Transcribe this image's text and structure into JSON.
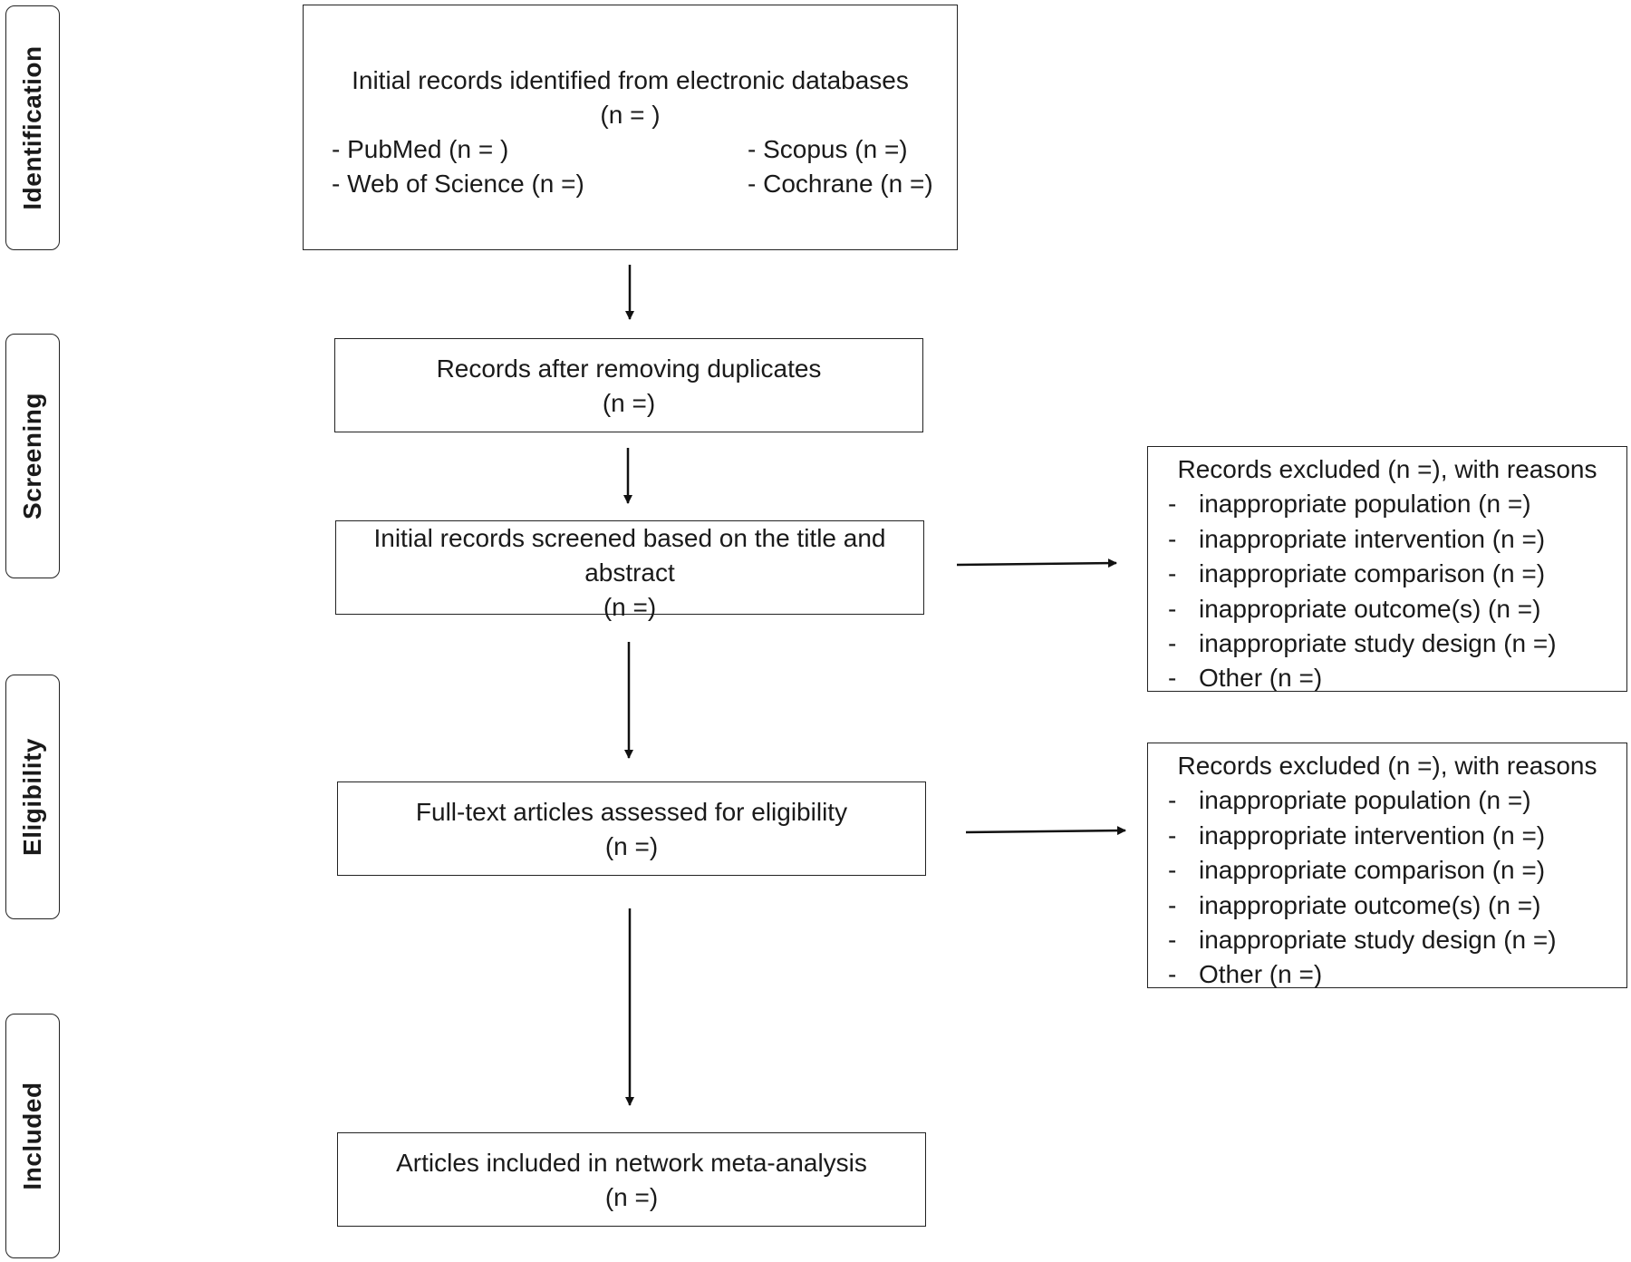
{
  "stages": {
    "identification": "Identification",
    "screening": "Screening",
    "eligibility": "Eligibility",
    "included": "Included"
  },
  "identification_box": {
    "title": "Initial records identified from electronic  databases",
    "count": "(n = )",
    "databases": {
      "pubmed": "- PubMed (n = )",
      "scopus": "- Scopus (n =)",
      "web_of_science": "- Web of Science (n =)",
      "cochrane": "- Cochrane (n =)"
    }
  },
  "duplicates_box": {
    "title": "Records after removing duplicates",
    "count": "(n =)"
  },
  "screened_box": {
    "title_line1": "Initial records screened based on the title and",
    "title_line2": "abstract",
    "count": "(n =)"
  },
  "eligibility_box": {
    "title": "Full-text articles assessed for eligibility",
    "count": "(n =)"
  },
  "included_box": {
    "title": "Articles included in network meta-analysis",
    "count": "(n =)"
  },
  "exclusion_screening": {
    "heading": "Records excluded (n =), with reasons",
    "items": [
      "inappropriate population (n =)",
      "inappropriate intervention (n =)",
      "inappropriate comparison (n =)",
      "inappropriate outcome(s) (n =)",
      "inappropriate study design (n =)",
      "Other (n =)"
    ]
  },
  "exclusion_eligibility": {
    "heading": "Records excluded (n =), with reasons",
    "items": [
      "inappropriate population (n =)",
      "inappropriate intervention (n =)",
      "inappropriate comparison (n =)",
      "inappropriate outcome(s) (n =)",
      "inappropriate study design (n =)",
      "Other (n =)"
    ]
  },
  "bullet": "-"
}
